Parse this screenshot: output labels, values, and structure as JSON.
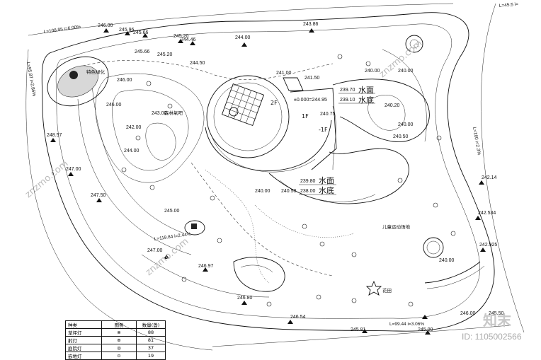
{
  "elevations": [
    {
      "id": "e1",
      "text": "246.00"
    },
    {
      "id": "e2",
      "text": "245.96"
    },
    {
      "id": "e3",
      "text": "245.66"
    },
    {
      "id": "e4",
      "text": "245.20"
    },
    {
      "id": "e5",
      "text": "244.46"
    },
    {
      "id": "e6",
      "text": "244.00"
    },
    {
      "id": "e7",
      "text": "243.86"
    },
    {
      "id": "e8",
      "text": "245.66"
    },
    {
      "id": "e9",
      "text": "245.20"
    },
    {
      "id": "e10",
      "text": "244.50"
    },
    {
      "id": "e11",
      "text": "241.00"
    },
    {
      "id": "e12",
      "text": "241.50"
    },
    {
      "id": "e13",
      "text": "240.00"
    },
    {
      "id": "e14",
      "text": "240.00"
    },
    {
      "id": "e15",
      "text": "240.20"
    },
    {
      "id": "e16",
      "text": "240.00"
    },
    {
      "id": "e17",
      "text": "240.50"
    },
    {
      "id": "e18",
      "text": "240.00"
    },
    {
      "id": "e19",
      "text": "240.50"
    },
    {
      "id": "e20",
      "text": "242.14"
    },
    {
      "id": "e21",
      "text": "242.534"
    },
    {
      "id": "e22",
      "text": "242.925"
    },
    {
      "id": "e23",
      "text": "246.00"
    },
    {
      "id": "e24",
      "text": "245.50"
    },
    {
      "id": "e25",
      "text": "245.00"
    },
    {
      "id": "e26",
      "text": "245.81"
    },
    {
      "id": "e27",
      "text": "246.54"
    },
    {
      "id": "e28",
      "text": "246.80"
    },
    {
      "id": "e29",
      "text": "246.97"
    },
    {
      "id": "e30",
      "text": "247.00"
    },
    {
      "id": "e31",
      "text": "247.50"
    },
    {
      "id": "e32",
      "text": "247.00"
    },
    {
      "id": "e33",
      "text": "248.57"
    },
    {
      "id": "e34",
      "text": "246.00"
    },
    {
      "id": "e35",
      "text": "246.00"
    },
    {
      "id": "e36",
      "text": "242.00"
    },
    {
      "id": "e37",
      "text": "243.00"
    },
    {
      "id": "e38",
      "text": "244.00"
    },
    {
      "id": "e39",
      "text": "240.00"
    },
    {
      "id": "e40",
      "text": "245.00"
    }
  ],
  "building": {
    "level_2f": "2F",
    "level_1f": "1F",
    "level_m1f": "-1F",
    "zero_mark": "±0.000=244.95",
    "mark_240_75": "240.75"
  },
  "water_upper": {
    "surface_elev": "239.70",
    "bottom_elev": "239.10",
    "surface_label": "水面",
    "bottom_label": "水底"
  },
  "water_lower": {
    "surface_elev": "239.80",
    "bottom_elev": "238.00",
    "surface_label": "水面",
    "bottom_label": "水底"
  },
  "area_labels": {
    "forest_plaza": "森林氧吧",
    "kids_area": "儿童运动场地",
    "flower_field": "花田",
    "specimen_garden": "特色绿化"
  },
  "slopes": {
    "top_left": "L=108.95  i=6.00%",
    "top_right": "L=45.5  i=",
    "left_side": "L=95.87 i=2.86%",
    "right_side": "L=160  i=2.3%",
    "bottom_left": "L=119.84 i=2.44%",
    "bottom": "L=99.44  i=3.06%"
  },
  "legend": {
    "headers": [
      "种类",
      "图例",
      "数量(盏)"
    ],
    "rows": [
      {
        "name": "草坪灯",
        "symbol": "⊗",
        "count": "88"
      },
      {
        "name": "射灯",
        "symbol": "⊕",
        "count": "81"
      },
      {
        "name": "庭院灯",
        "symbol": "◎",
        "count": "37"
      },
      {
        "name": "嵌地灯",
        "symbol": "⊙",
        "count": "19"
      }
    ]
  },
  "watermark": {
    "id_text": "ID: 1105002566",
    "logo_text": "知末",
    "site_text": "znzmo.com"
  }
}
